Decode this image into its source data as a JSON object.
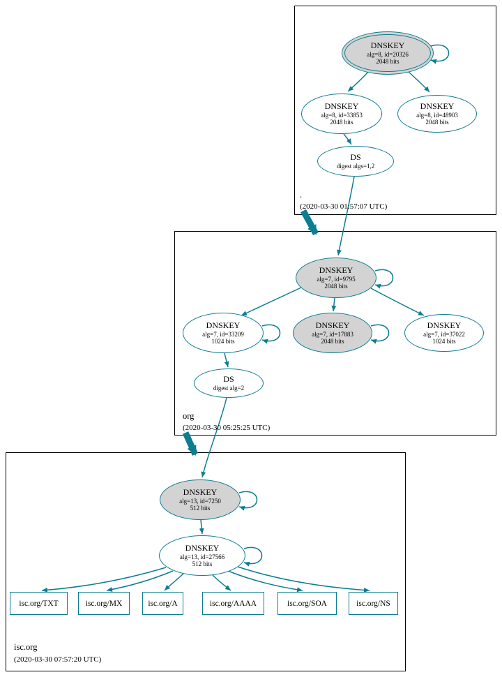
{
  "colors": {
    "edge": "#0d7d91",
    "ksk_fill": "#d3d3d3",
    "node_fill": "#ffffff",
    "box_border": "#000000"
  },
  "zones": {
    "root": {
      "label": ".",
      "timestamp": "(2020-03-30 01:57:07 UTC)",
      "ksk": {
        "title": "DNSKEY",
        "meta": "alg=8, id=20326",
        "bits": "2048 bits"
      },
      "zsk_a": {
        "title": "DNSKEY",
        "meta": "alg=8, id=33853",
        "bits": "2048 bits"
      },
      "zsk_b": {
        "title": "DNSKEY",
        "meta": "alg=8, id=48903",
        "bits": "2048 bits"
      },
      "ds": {
        "title": "DS",
        "meta": "digest algs=1,2"
      }
    },
    "org": {
      "label": "org",
      "timestamp": "(2020-03-30 05:25:25 UTC)",
      "ksk": {
        "title": "DNSKEY",
        "meta": "alg=7, id=9795",
        "bits": "2048 bits"
      },
      "zsk_a": {
        "title": "DNSKEY",
        "meta": "alg=7, id=33209",
        "bits": "1024 bits"
      },
      "zsk_b": {
        "title": "DNSKEY",
        "meta": "alg=7, id=17883",
        "bits": "2048 bits"
      },
      "zsk_c": {
        "title": "DNSKEY",
        "meta": "alg=7, id=37022",
        "bits": "1024 bits"
      },
      "ds": {
        "title": "DS",
        "meta": "digest alg=2"
      }
    },
    "isc": {
      "label": "isc.org",
      "timestamp": "(2020-03-30 07:57:20 UTC)",
      "ksk": {
        "title": "DNSKEY",
        "meta": "alg=13, id=7250",
        "bits": "512 bits"
      },
      "zsk": {
        "title": "DNSKEY",
        "meta": "alg=13, id=27566",
        "bits": "512 bits"
      },
      "rrsets": [
        "isc.org/TXT",
        "isc.org/MX",
        "isc.org/A",
        "isc.org/AAAA",
        "isc.org/SOA",
        "isc.org/NS"
      ]
    }
  }
}
